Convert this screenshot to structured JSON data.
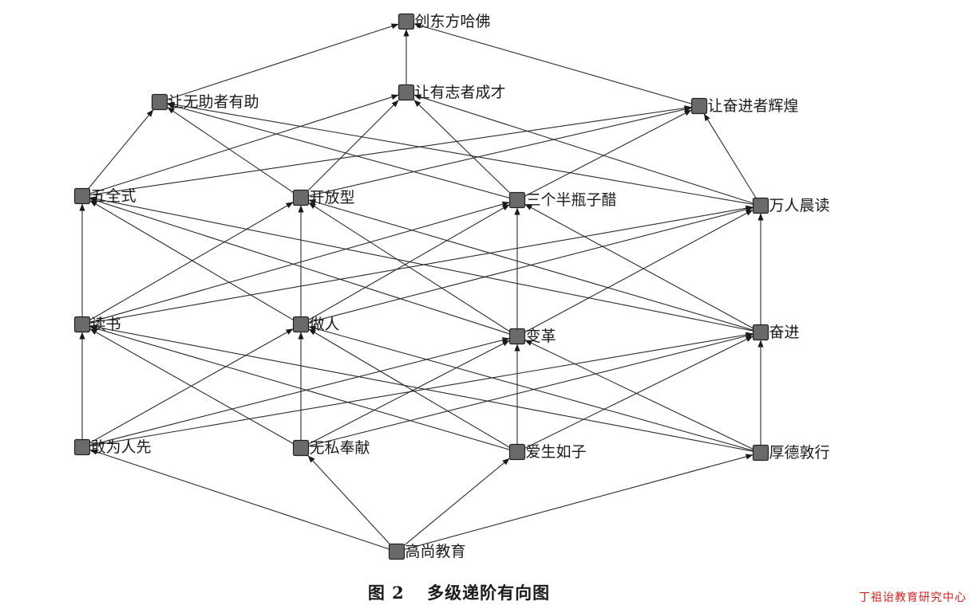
{
  "nodes": [
    {
      "id": "chuangdongfang",
      "label": "创东方哈佛"
    },
    {
      "id": "rangwuzhu",
      "label": "让无助者有助"
    },
    {
      "id": "rangyouzhi",
      "label": "让有志者成才"
    },
    {
      "id": "rangfenjin",
      "label": "让奋进者辉煌"
    },
    {
      "id": "wuquanshi",
      "label": "五全式"
    },
    {
      "id": "kaifangxing",
      "label": "开放型"
    },
    {
      "id": "sangeban",
      "label": "三个半瓶子醋"
    },
    {
      "id": "wanrenchendu",
      "label": "万人晨读"
    },
    {
      "id": "dushu",
      "label": "读书"
    },
    {
      "id": "zuoren",
      "label": "做人"
    },
    {
      "id": "biange",
      "label": "变革"
    },
    {
      "id": "fenjin",
      "label": "奋进"
    },
    {
      "id": "ganweirenxian",
      "label": "敢为人先"
    },
    {
      "id": "wusifengxian",
      "label": "无私奉献"
    },
    {
      "id": "aisheng",
      "label": "爱生如子"
    },
    {
      "id": "houde",
      "label": "厚德敦行"
    },
    {
      "id": "gaoshang",
      "label": "高尚教育"
    }
  ],
  "edges": [
    [
      "rangwuzhu",
      "chuangdongfang"
    ],
    [
      "rangyouzhi",
      "chuangdongfang"
    ],
    [
      "rangfenjin",
      "chuangdongfang"
    ],
    [
      "wuquanshi",
      "rangwuzhu"
    ],
    [
      "wuquanshi",
      "rangyouzhi"
    ],
    [
      "wuquanshi",
      "rangfenjin"
    ],
    [
      "kaifangxing",
      "rangwuzhu"
    ],
    [
      "kaifangxing",
      "rangyouzhi"
    ],
    [
      "kaifangxing",
      "rangfenjin"
    ],
    [
      "sangeban",
      "rangwuzhu"
    ],
    [
      "sangeban",
      "rangyouzhi"
    ],
    [
      "sangeban",
      "rangfenjin"
    ],
    [
      "wanrenchendu",
      "rangwuzhu"
    ],
    [
      "wanrenchendu",
      "rangyouzhi"
    ],
    [
      "wanrenchendu",
      "rangfenjin"
    ],
    [
      "dushu",
      "wuquanshi"
    ],
    [
      "dushu",
      "kaifangxing"
    ],
    [
      "dushu",
      "sangeban"
    ],
    [
      "dushu",
      "wanrenchendu"
    ],
    [
      "zuoren",
      "wuquanshi"
    ],
    [
      "zuoren",
      "kaifangxing"
    ],
    [
      "zuoren",
      "sangeban"
    ],
    [
      "zuoren",
      "wanrenchendu"
    ],
    [
      "biange",
      "wuquanshi"
    ],
    [
      "biange",
      "kaifangxing"
    ],
    [
      "biange",
      "sangeban"
    ],
    [
      "biange",
      "wanrenchendu"
    ],
    [
      "fenjin",
      "wuquanshi"
    ],
    [
      "fenjin",
      "kaifangxing"
    ],
    [
      "fenjin",
      "sangeban"
    ],
    [
      "fenjin",
      "wanrenchendu"
    ],
    [
      "ganweirenxian",
      "dushu"
    ],
    [
      "ganweirenxian",
      "zuoren"
    ],
    [
      "ganweirenxian",
      "biange"
    ],
    [
      "ganweirenxian",
      "fenjin"
    ],
    [
      "wusifengxian",
      "dushu"
    ],
    [
      "wusifengxian",
      "zuoren"
    ],
    [
      "wusifengxian",
      "biange"
    ],
    [
      "wusifengxian",
      "fenjin"
    ],
    [
      "aisheng",
      "dushu"
    ],
    [
      "aisheng",
      "zuoren"
    ],
    [
      "aisheng",
      "biange"
    ],
    [
      "aisheng",
      "fenjin"
    ],
    [
      "houde",
      "dushu"
    ],
    [
      "houde",
      "zuoren"
    ],
    [
      "houde",
      "biange"
    ],
    [
      "houde",
      "fenjin"
    ],
    [
      "gaoshang",
      "ganweirenxian"
    ],
    [
      "gaoshang",
      "wusifengxian"
    ],
    [
      "gaoshang",
      "aisheng"
    ],
    [
      "gaoshang",
      "houde"
    ]
  ],
  "caption": {
    "figure_number": "图 2",
    "title": "多级递阶有向图"
  },
  "watermark": "丁祖诒教育研究中心",
  "colors": {
    "node_fill": "#6a6a6a",
    "edge": "#2a2a2a",
    "watermark": "#d9201c"
  }
}
